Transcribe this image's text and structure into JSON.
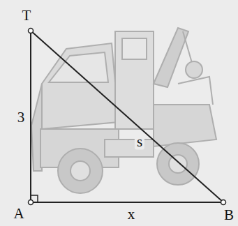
{
  "diagram": {
    "labels": [
      "T",
      "3",
      "s",
      "A",
      "x",
      "B"
    ]
  }
}
